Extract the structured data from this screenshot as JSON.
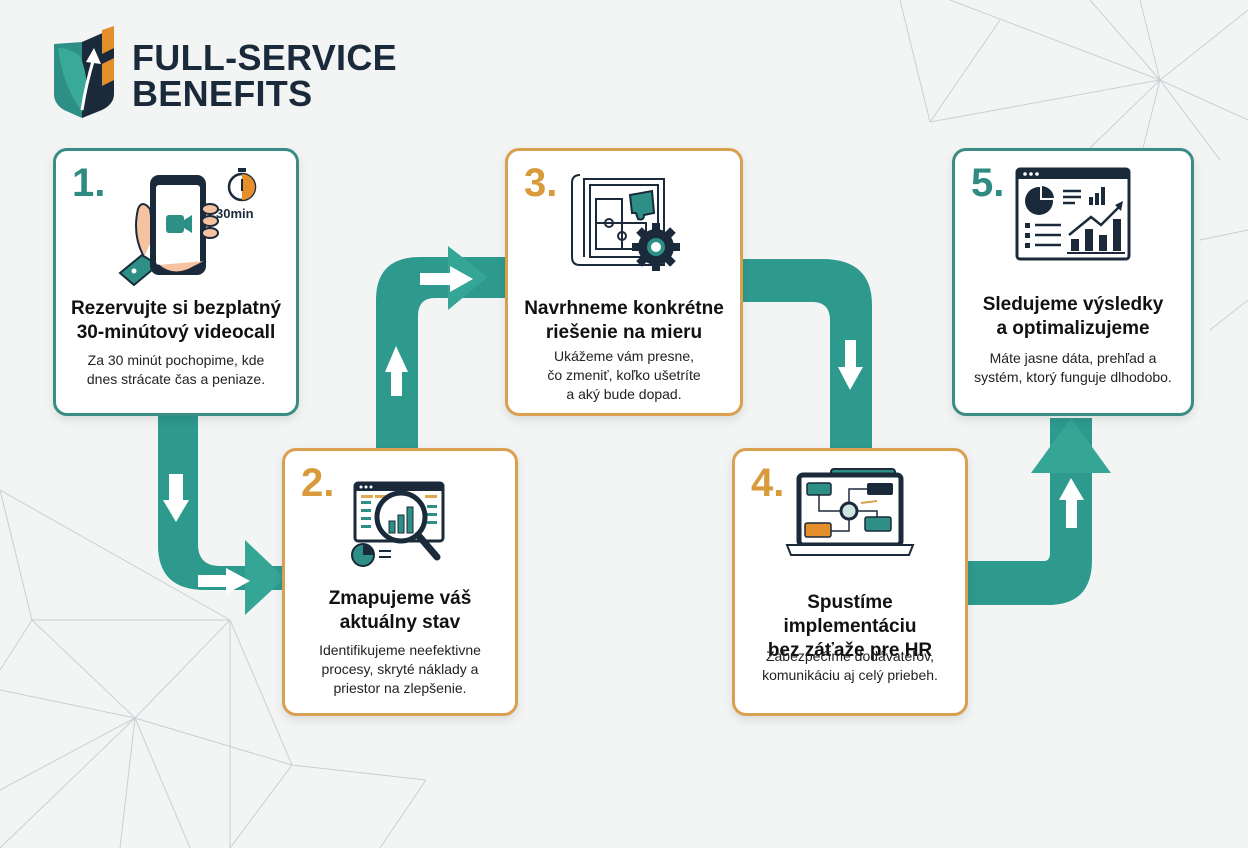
{
  "header": {
    "logo_icon": "shield-leaf-arrow-logo",
    "title_line1": "FULL-SERVICE",
    "title_line2": "BENEFITS"
  },
  "colors": {
    "teal": "#2f8a82",
    "pipe": "#2e9a8e",
    "gold": "#d99a3c",
    "navy": "#1b2a3a",
    "background": "#f3f5f5"
  },
  "steps": [
    {
      "number": "1.",
      "icon": "phone-videocall-icon",
      "timer_label": "30min",
      "title_line1": "Rezervujte si bezplatný",
      "title_line2": "30-minútový videocall",
      "desc_line1": "Za 30 minút pochopime, kde",
      "desc_line2": "dnes strácate čas a peniaze.",
      "accent": "teal"
    },
    {
      "number": "2.",
      "icon": "magnifier-analytics-icon",
      "title_line1": "Zmapujeme váš",
      "title_line2": "aktuálny stav",
      "desc_line1": "Identifikujeme neefektivne",
      "desc_line2": "procesy, skryté náklady a",
      "desc_line3": "priestor na zlepšenie.",
      "accent": "gold"
    },
    {
      "number": "3.",
      "icon": "blueprint-puzzle-gear-icon",
      "title_line1": "Navrhneme konkrétne",
      "title_line2": "riešenie na mieru",
      "desc_line1": "Ukážeme vám presne,",
      "desc_line2": "čo zmeniť, koľko ušetríte",
      "desc_line3": "a aký bude dopad.",
      "accent": "gold"
    },
    {
      "number": "4.",
      "icon": "laptop-workflow-icon",
      "title_line1": "Spustíme implementáciu",
      "title_line2": "bez záťaže pre HR",
      "desc_line1": "Zabezpečíme dodávateľov,",
      "desc_line2": "komunikáciu aj celý priebeh.",
      "accent": "gold"
    },
    {
      "number": "5.",
      "icon": "dashboard-charts-icon",
      "title_line1": "Sledujeme výsledky",
      "title_line2": "a optimalizujeme",
      "desc_line1": "Máte jasne dáta, prehľad a",
      "desc_line2": "systém, ktorý funguje dlhodobo.",
      "accent": "teal"
    }
  ]
}
